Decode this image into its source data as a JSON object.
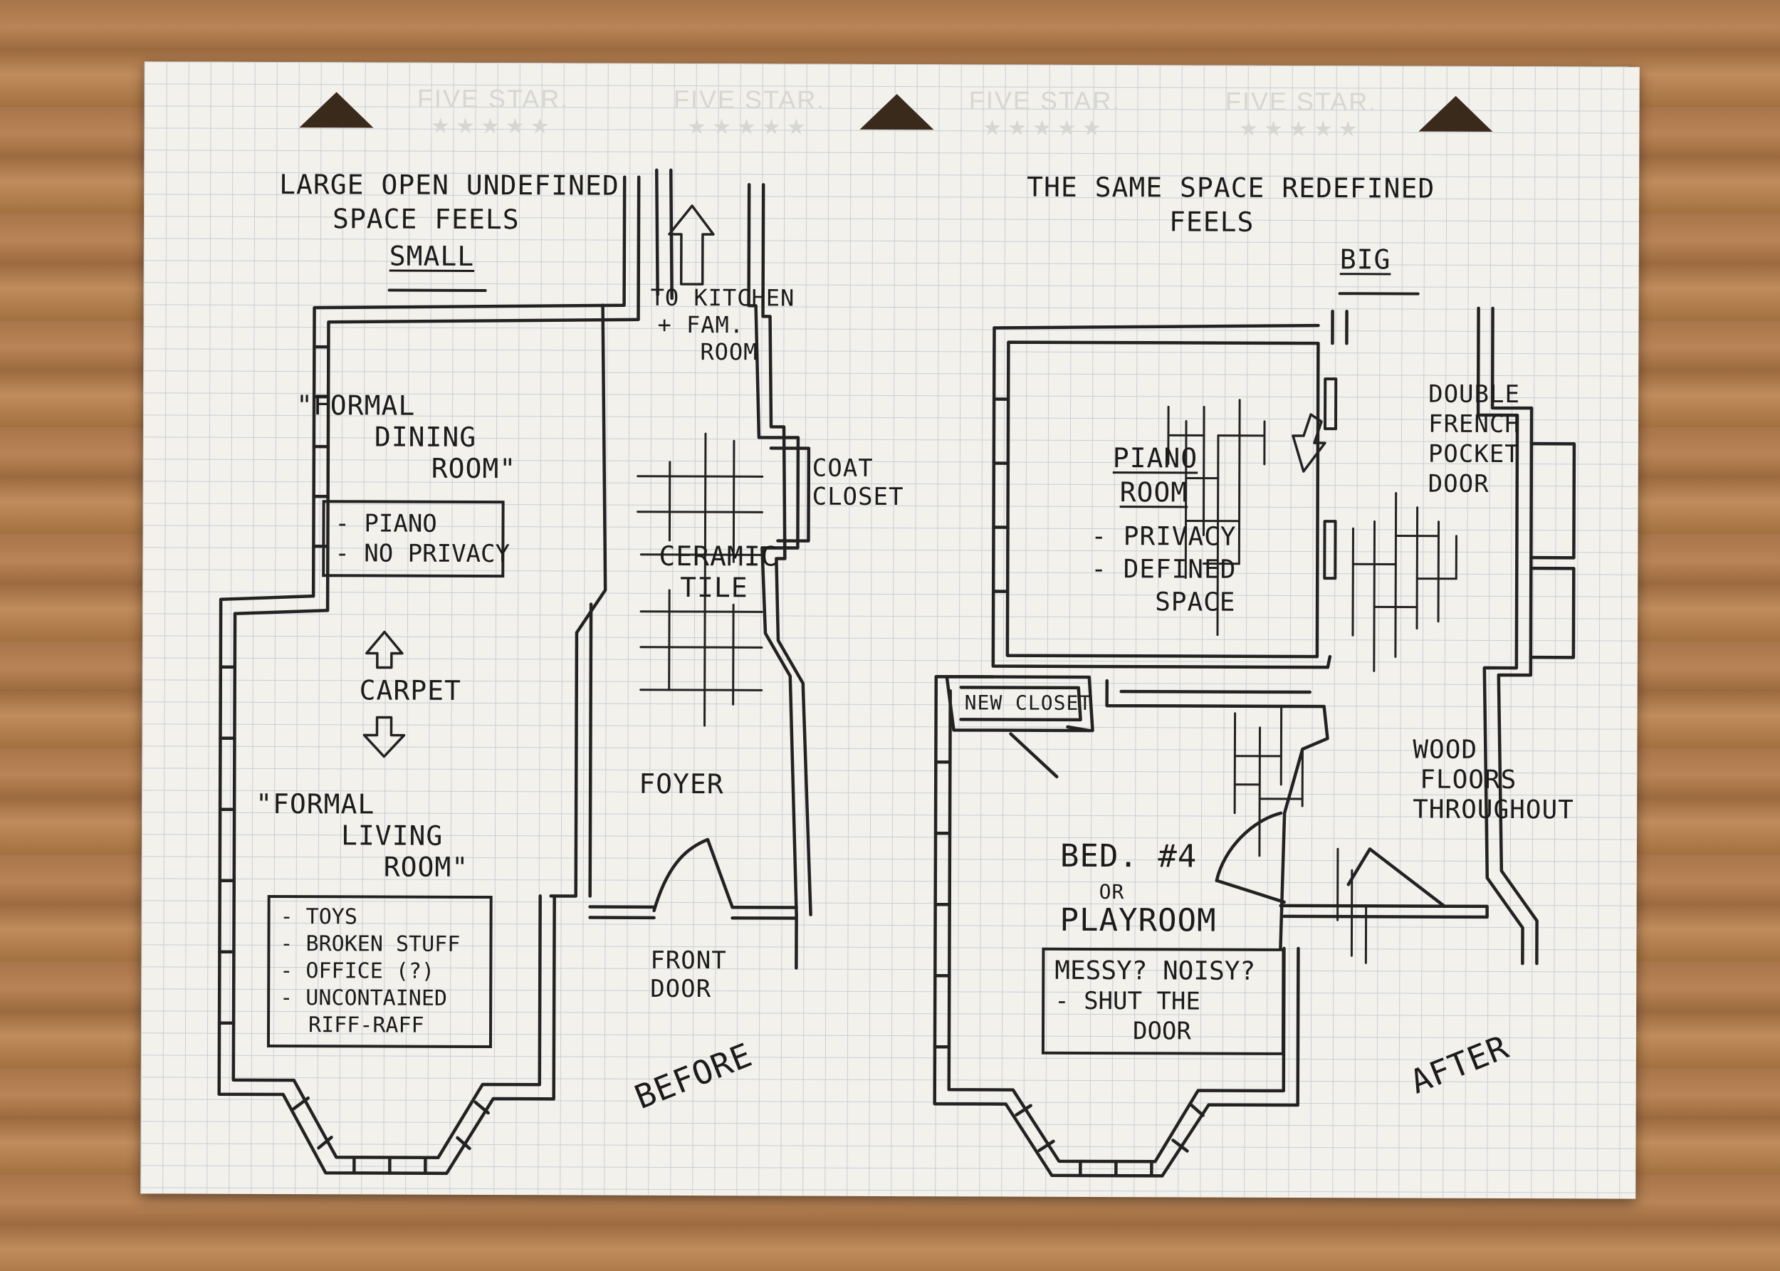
{
  "brand": {
    "name": "FIVE STAR.",
    "stars": "★★★★★"
  },
  "before": {
    "heading_lines": [
      "LARGE OPEN UNDEFINED",
      "SPACE FEELS"
    ],
    "heading_emphasis": "SMALL",
    "arrow_label_lines": [
      "TO KITCHEN",
      "+ FAM.",
      "ROOM"
    ],
    "dining_lines": [
      "\"FORMAL",
      "DINING",
      "ROOM\""
    ],
    "dining_notes": [
      "- PIANO",
      "- NO PRIVACY"
    ],
    "carpet": "CARPET",
    "living_lines": [
      "\"FORMAL",
      "LIVING",
      "ROOM\""
    ],
    "living_notes": [
      "- TOYS",
      "- BROKEN STUFF",
      "- OFFICE (?)",
      "- UNCONTAINED",
      "RIFF-RAFF"
    ],
    "coat_lines": [
      "COAT",
      "CLOSET"
    ],
    "ceramic_lines": [
      "CERAMIC",
      "TILE"
    ],
    "foyer": "FOYER",
    "front_door_lines": [
      "FRONT",
      "DOOR"
    ],
    "caption": "BEFORE"
  },
  "after": {
    "heading_lines": [
      "THE SAME SPACE REDEFINED",
      "FEELS"
    ],
    "heading_emphasis": "BIG",
    "double_door_lines": [
      "DOUBLE",
      "FRENCH",
      "POCKET",
      "DOOR"
    ],
    "piano_title_lines": [
      "PIANO",
      "ROOM"
    ],
    "piano_notes": [
      "- PRIVACY",
      "- DEFINED",
      "SPACE"
    ],
    "new_closet": "NEW CLOSET",
    "wood_lines": [
      "WOOD",
      "FLOORS",
      "THROUGHOUT"
    ],
    "bed": "BED. #4",
    "or": "OR",
    "playroom": "PLAYROOM",
    "play_question": "MESSY? NOISY?",
    "play_notes": [
      "- SHUT THE",
      "DOOR"
    ],
    "caption": "AFTER"
  }
}
